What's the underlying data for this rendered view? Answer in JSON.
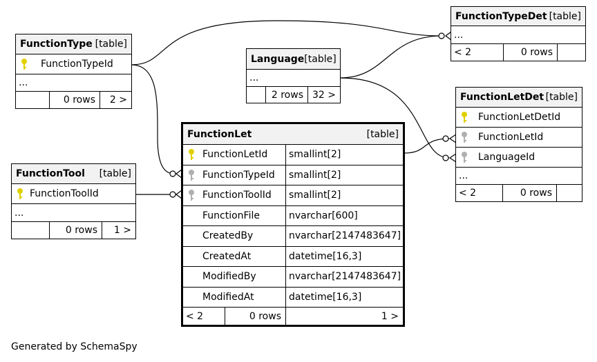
{
  "tables": {
    "function_type": {
      "name": "FunctionType",
      "kind": "[table]",
      "columns": [
        {
          "name": "FunctionTypeId",
          "key": "primary-key-icon"
        }
      ],
      "ellipsis": "...",
      "footer": {
        "prev": "",
        "rows": "0 rows",
        "next": "2 >"
      }
    },
    "function_type_det": {
      "name": "FunctionTypeDet",
      "kind": "[table]",
      "ellipsis": "...",
      "footer": {
        "prev": "< 2",
        "rows": "0 rows",
        "next": ""
      }
    },
    "language": {
      "name": "Language",
      "kind": "[table]",
      "ellipsis": "...",
      "footer": {
        "prev": "",
        "rows": "2 rows",
        "next": "32 >"
      }
    },
    "function_let_det": {
      "name": "FunctionLetDet",
      "kind": "[table]",
      "columns": [
        {
          "name": "FunctionLetDetId",
          "key": "primary-key-icon"
        },
        {
          "name": "FunctionLetId",
          "key": "foreign-key-icon"
        },
        {
          "name": "LanguageId",
          "key": "foreign-key-icon"
        }
      ],
      "ellipsis": "...",
      "footer": {
        "prev": "< 2",
        "rows": "0 rows",
        "next": ""
      }
    },
    "function_tool": {
      "name": "FunctionTool",
      "kind": "[table]",
      "columns": [
        {
          "name": "FunctionToolId",
          "key": "primary-key-icon"
        }
      ],
      "ellipsis": "...",
      "footer": {
        "prev": "",
        "rows": "0 rows",
        "next": "1 >"
      }
    },
    "function_let": {
      "name": "FunctionLet",
      "kind": "[table]",
      "columns": [
        {
          "name": "FunctionLetId",
          "type": "smallint[2]",
          "key": "primary-key-icon"
        },
        {
          "name": "FunctionTypeId",
          "type": "smallint[2]",
          "key": "foreign-key-icon"
        },
        {
          "name": "FunctionToolId",
          "type": "smallint[2]",
          "key": "foreign-key-icon"
        },
        {
          "name": "FunctionFile",
          "type": "nvarchar[600]",
          "key": ""
        },
        {
          "name": "CreatedBy",
          "type": "nvarchar[2147483647]",
          "key": ""
        },
        {
          "name": "CreatedAt",
          "type": "datetime[16,3]",
          "key": ""
        },
        {
          "name": "ModifiedBy",
          "type": "nvarchar[2147483647]",
          "key": ""
        },
        {
          "name": "ModifiedAt",
          "type": "datetime[16,3]",
          "key": ""
        }
      ],
      "footer": {
        "prev": "< 2",
        "rows": "0 rows",
        "next": "1 >"
      }
    }
  },
  "colors": {
    "primary_key": "#e0d000",
    "foreign_key": "#b0b0b0",
    "header_bg": "#f2f2f2"
  },
  "credit": "Generated by SchemaSpy"
}
